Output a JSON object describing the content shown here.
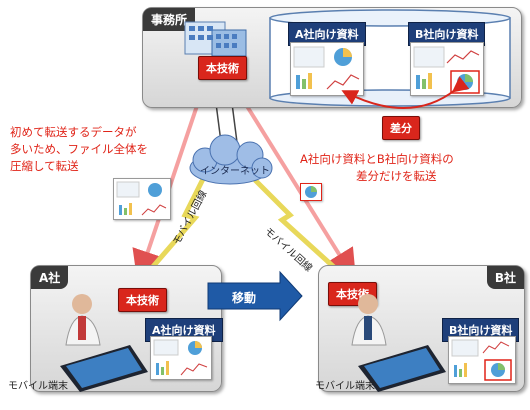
{
  "office": {
    "title": "事務所",
    "server_label": "本技術",
    "doc_a_label": "A社向け資料",
    "doc_b_label": "B社向け資料",
    "diff_label": "差分"
  },
  "network": {
    "cloud_label": "インターネット"
  },
  "notes": {
    "left": [
      "初めて転送するデータが",
      "多いため、ファイル全体を",
      "圧縮して転送"
    ],
    "right": [
      "A社向け資料とB社向け資料の",
      "差分だけを転送"
    ]
  },
  "links": {
    "mobile_line_left": "モバイル回線",
    "mobile_line_right": "モバイル回線"
  },
  "company_a": {
    "title": "A社",
    "tech_label": "本技術",
    "doc_label": "A社向け資料",
    "device_label": "モバイル端末"
  },
  "company_b": {
    "title": "B社",
    "tech_label": "本技術",
    "doc_label": "B社向け資料",
    "device_label": "モバイル端末"
  },
  "move": {
    "label": "移動"
  },
  "colors": {
    "red_label": "#d9261c",
    "navy_label": "#1e3f7a",
    "note_red": "#e02418",
    "arrow_blue": "#1f5aa6",
    "beam": "#f08a8a"
  }
}
